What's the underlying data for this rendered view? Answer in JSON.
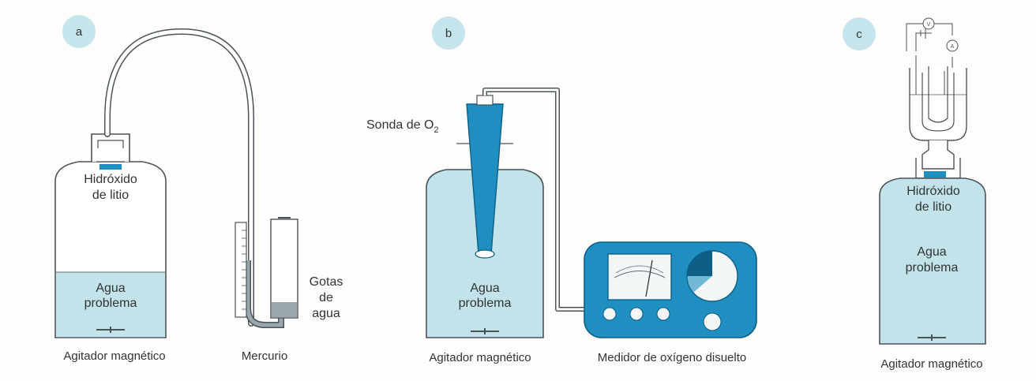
{
  "panels": [
    {
      "badge": "a",
      "flask_top_label": [
        "Hidróxido",
        "de litio"
      ],
      "liquid_label": [
        "Agua",
        "problema"
      ],
      "stirrer_label": "Agitador magnético",
      "manometer_label": "Mercurio",
      "drops_label": [
        "Gotas",
        "de",
        "agua"
      ]
    },
    {
      "badge": "b",
      "probe_label_main": "Sonda de O",
      "probe_label_sub": "2",
      "liquid_label": [
        "Agua",
        "problema"
      ],
      "stirrer_label": "Agitador magnético",
      "meter_label": "Medidor de oxígeno disuelto"
    },
    {
      "badge": "c",
      "flask_top_label": [
        "Hidróxido",
        "de litio"
      ],
      "liquid_label": [
        "Agua",
        "problema"
      ],
      "stirrer_label": "Agitador magnético",
      "voltmeter_symbol": "V",
      "ammeter_symbol": "A"
    }
  ],
  "colors": {
    "badge_fill": "#c5e4ec",
    "water": "#c2e3e9",
    "water_stroke": "#5b6d72",
    "blue": "#1f8fc2",
    "blue_dark": "#0f5e85",
    "flask_stroke": "#4b5358",
    "meter_face": "#f2f6f7"
  }
}
